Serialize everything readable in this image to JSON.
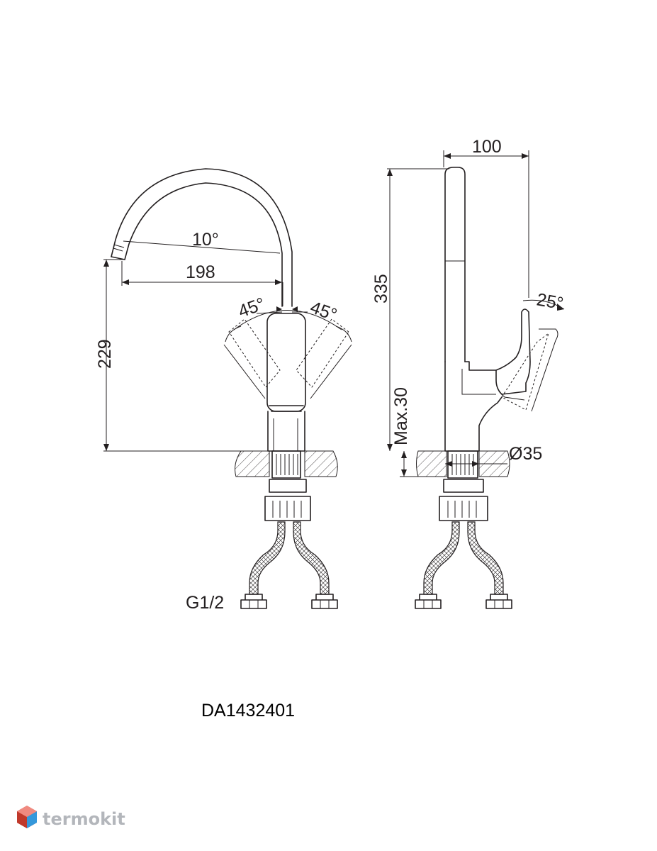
{
  "front_view": {
    "spout_angle": "10°",
    "spout_reach": "198",
    "spout_height": "229",
    "lever_angle_left": "45°",
    "lever_angle_right": "45°",
    "thread_size": "G1/2"
  },
  "side_view": {
    "depth": "100",
    "total_height": "335",
    "lever_tilt": "25°",
    "max_countertop": "Max.30",
    "base_diameter": "Ø35"
  },
  "model_code": "DA1432401",
  "watermark": {
    "brand": "termokit",
    "icon": "cube-logo-icon",
    "colors": [
      "#e74c3c",
      "#3498db",
      "#b3b6bb"
    ]
  }
}
